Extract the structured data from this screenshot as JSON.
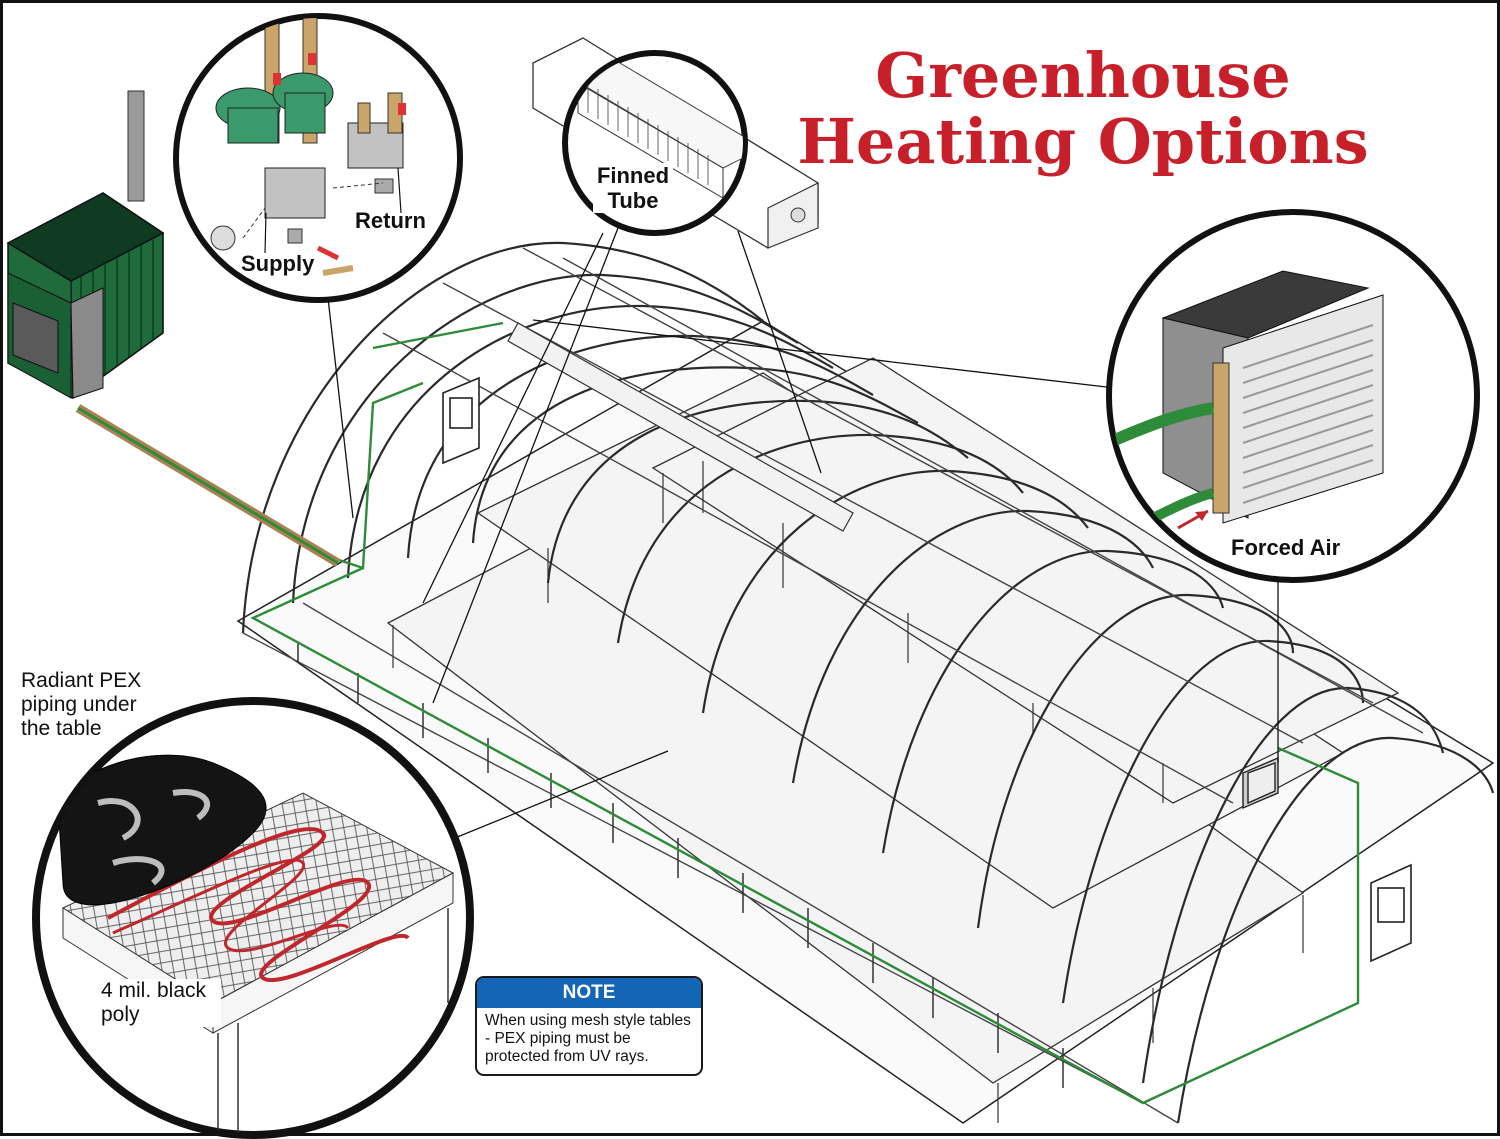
{
  "title": "Greenhouse Heating Options",
  "callouts": {
    "finned_tube": "Finned Tube",
    "supply": "Supply",
    "return": "Return",
    "forced_air": "Forced Air",
    "radiant_pex": "Radiant PEX piping under the table",
    "black_poly": "4 mil. black poly"
  },
  "note": {
    "heading": "NOTE",
    "body": "When using mesh style tables - PEX piping must be protected from UV rays."
  },
  "colors": {
    "title": "#c8202a",
    "pex_pipe": "#c0272d",
    "supply_line": "#2e8b3a",
    "boiler_green": "#1f6b3b",
    "note_header": "#1565b7"
  }
}
